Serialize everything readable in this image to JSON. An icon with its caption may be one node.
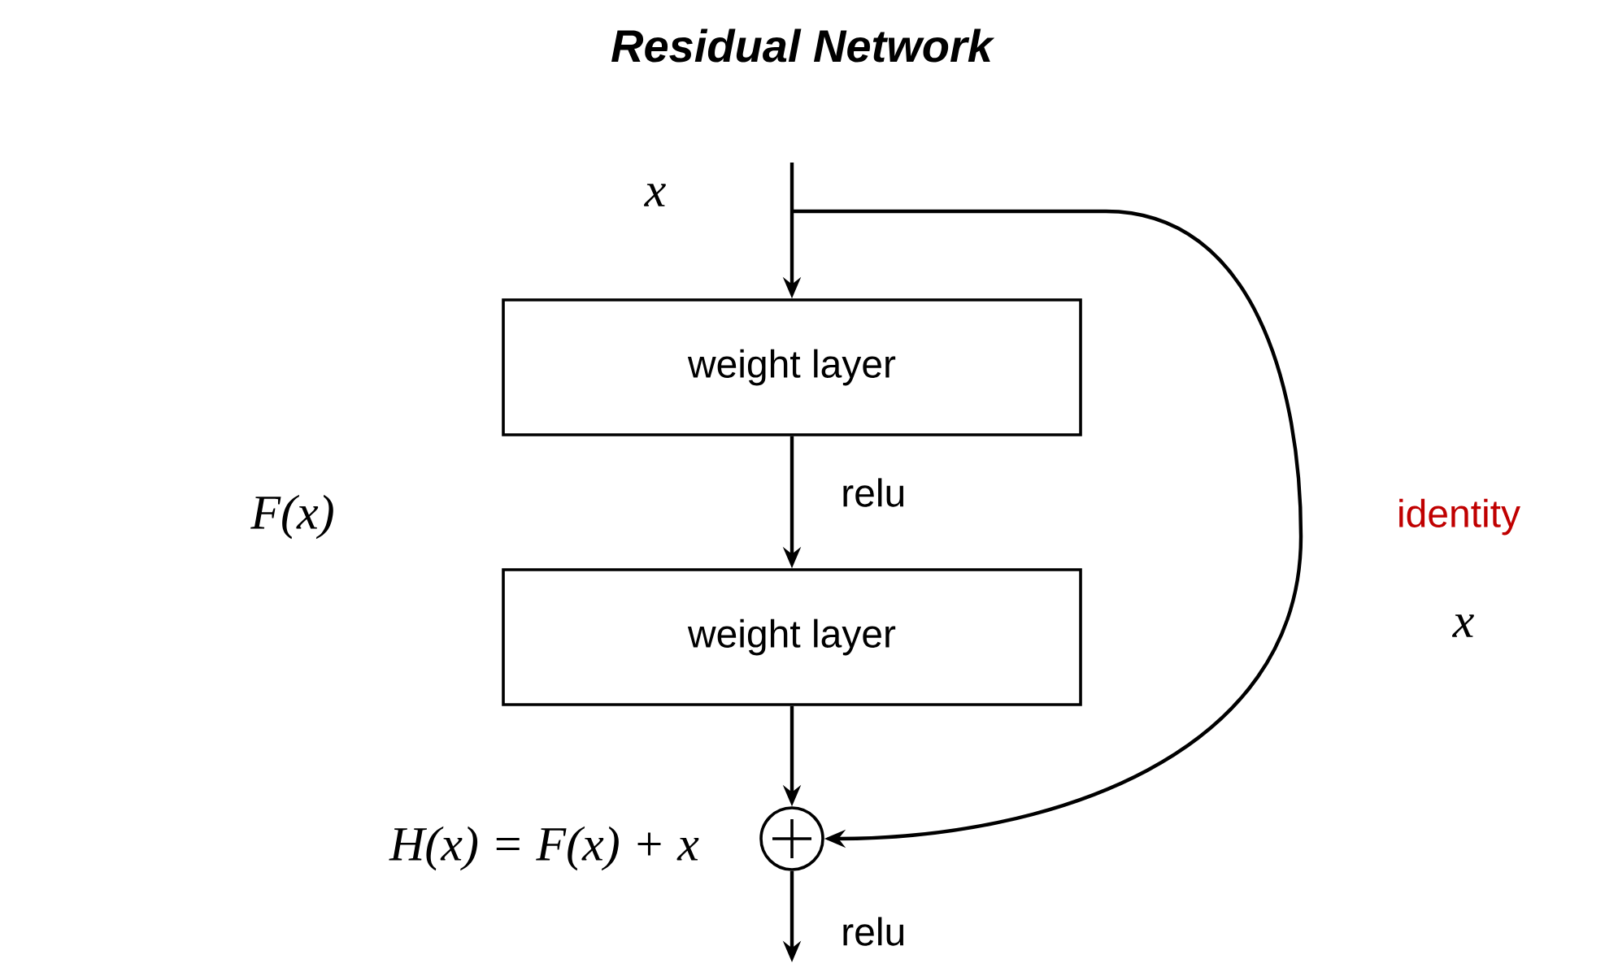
{
  "diagram": {
    "title": "Residual Network",
    "nodes": [
      {
        "text": [
          "weight layer"
        ]
      },
      {
        "text": [
          "weight layer"
        ]
      },
      {
        "text": [],
        "shape": "circle"
      }
    ],
    "edges": [
      {
        "from": null,
        "to": 0,
        "arrow": "to"
      },
      {
        "from": 0,
        "to": 1,
        "arrow": "to",
        "label": "relu"
      },
      {
        "from": 1,
        "to": 2,
        "arrow": "to"
      },
      {
        "from": null,
        "to": 2,
        "arrow": "to"
      },
      {
        "from": 2,
        "to": null,
        "arrow": "to",
        "label": "relu"
      }
    ],
    "labels": [
      "x",
      "F(x)",
      "identity",
      "x",
      "H(x) = F(x) + x"
    ]
  }
}
